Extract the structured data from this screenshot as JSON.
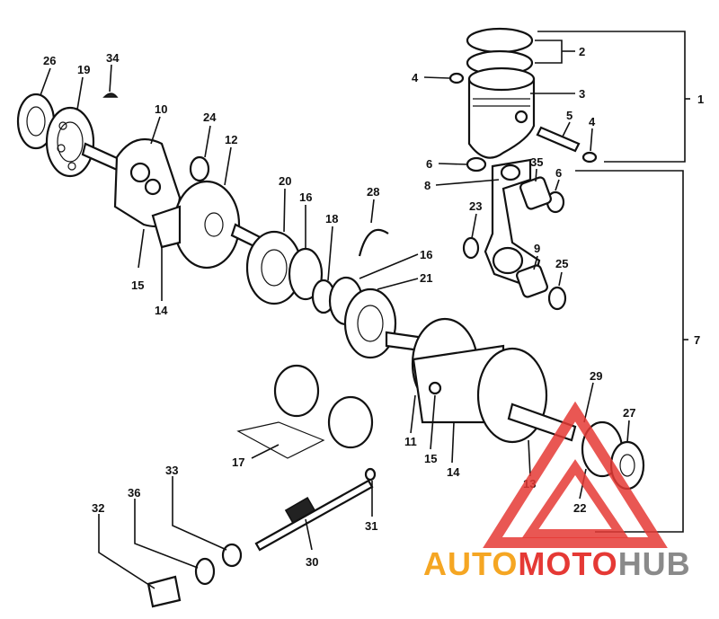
{
  "callouts": [
    "1",
    "2",
    "3",
    "4",
    "4",
    "5",
    "6",
    "6",
    "7",
    "8",
    "9",
    "10",
    "11",
    "12",
    "13",
    "14",
    "14",
    "15",
    "15",
    "16",
    "16",
    "17",
    "18",
    "19",
    "20",
    "21",
    "22",
    "23",
    "24",
    "25",
    "26",
    "27",
    "28",
    "29",
    "30",
    "31",
    "32",
    "33",
    "34",
    "35",
    "36"
  ],
  "watermark": {
    "part1": "AUTO",
    "part2": "MOTO",
    "part3": "HUB",
    "colors": {
      "auto": "#f5a623",
      "moto": "#e53935",
      "hub": "#8a8a8a"
    }
  }
}
